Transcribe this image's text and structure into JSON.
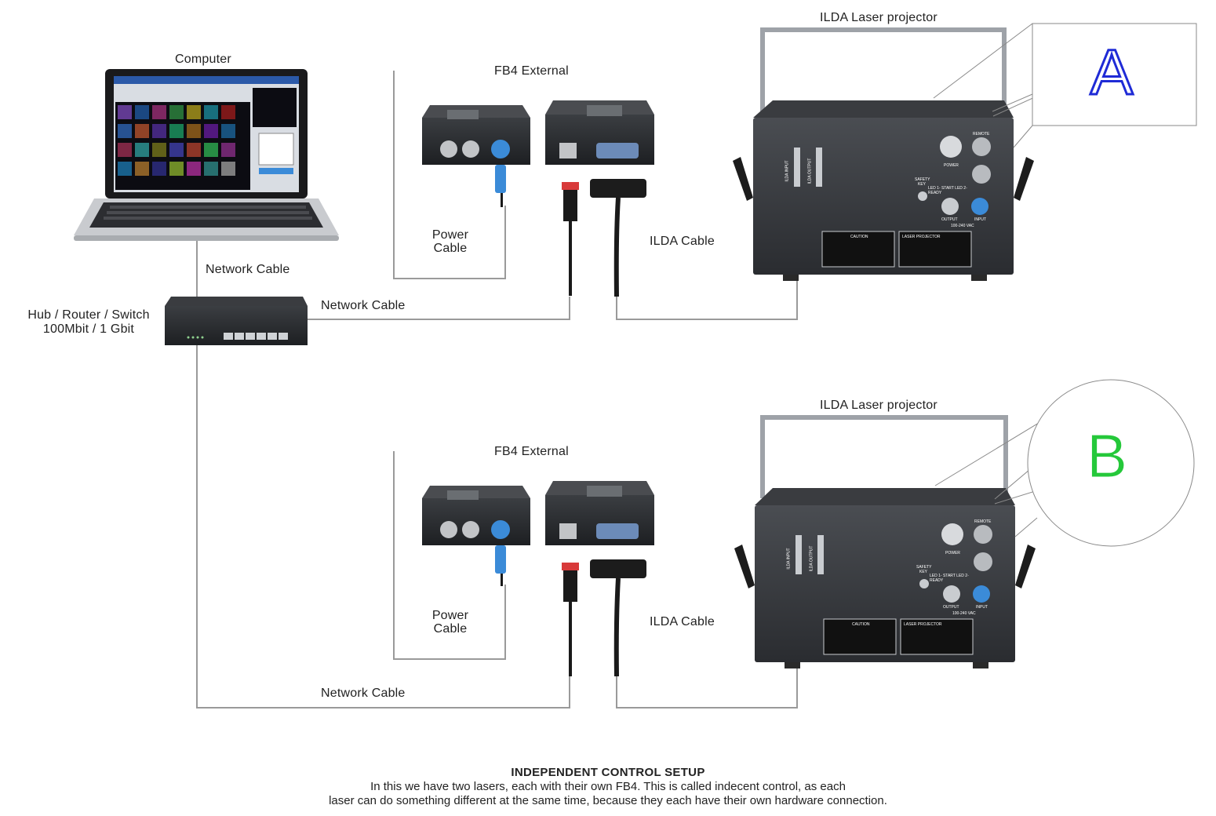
{
  "labels": {
    "computer": "Computer",
    "network_cable_top": "Network Cable",
    "hub_line1": "Hub / Router / Switch",
    "hub_line2": "100Mbit / 1 Gbit",
    "network_cable_a": "Network Cable",
    "network_cable_b": "Network Cable",
    "fb4_a": "FB4 External",
    "fb4_b": "FB4 External",
    "power_cable_a_line1": "Power",
    "power_cable_a_line2": "Cable",
    "power_cable_b_line1": "Power",
    "power_cable_b_line2": "Cable",
    "ilda_cable_a": "ILDA Cable",
    "ilda_cable_b": "ILDA Cable",
    "projector_a": "ILDA Laser projector",
    "projector_b": "ILDA Laser projector"
  },
  "projections": {
    "a": {
      "letter": "A",
      "color": "#1f2bd6"
    },
    "b": {
      "letter": "B",
      "color": "#25c83a"
    }
  },
  "projector_panel": {
    "remote": "REMOTE",
    "power": "POWER",
    "safety_key_1": "SAFETY",
    "safety_key_2": "KEY",
    "output": "OUTPUT",
    "input": "INPUT",
    "vac": "100-240 VAC",
    "ilda_input": "ILDA INPUT",
    "ilda_output": "ILDA OUTPUT",
    "caution": "CAUTION",
    "laser_projector": "LASER PROJECTOR",
    "led": "LED 1- START LED 2- READY"
  },
  "caption": {
    "title": "INDEPENDENT CONTROL SETUP",
    "line1": "In this we have two lasers, each with their own FB4. This is called indecent control, as each",
    "line2": "laser can do something different at the same time, because they each have their own hardware connection."
  }
}
